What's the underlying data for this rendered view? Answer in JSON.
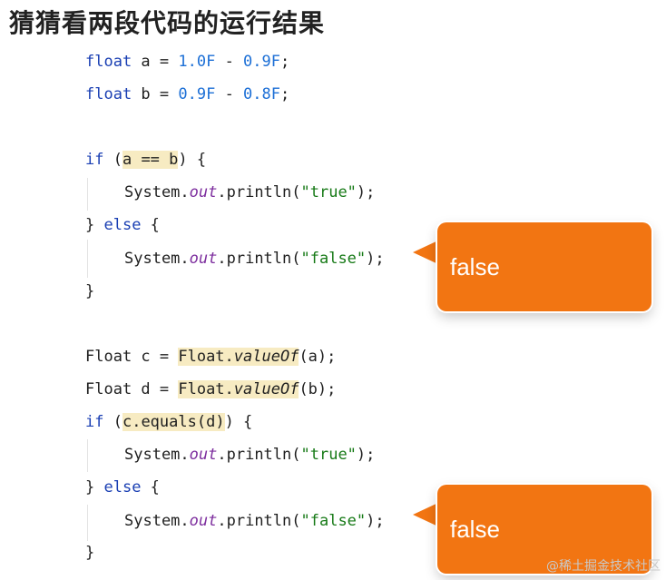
{
  "title": "猜猜看两段代码的运行结果",
  "code": {
    "l1": {
      "kw": "float",
      "rest1": " a = ",
      "n1": "1.0F",
      "op": " - ",
      "n2": "0.9F",
      "end": ";"
    },
    "l2": {
      "kw": "float",
      "rest1": " b = ",
      "n1": "0.9F",
      "op": " - ",
      "n2": "0.8F",
      "end": ";"
    },
    "l3": {
      "kw": "if",
      "open": " (",
      "cond": "a == b",
      "close": ") {"
    },
    "l4": {
      "sys": "System.",
      "out": "out",
      "call": ".println(",
      "str": "\"true\"",
      "end": ");"
    },
    "l5": {
      "brace": "} ",
      "kw": "else",
      "rest": " {"
    },
    "l6": {
      "sys": "System.",
      "out": "out",
      "call": ".println(",
      "str": "\"false\"",
      "end": ");"
    },
    "l7": {
      "brace": "}"
    },
    "l8": {
      "pre": "Float c = ",
      "cls": "Float.",
      "method": "valueOf",
      "args": "(a)",
      "end": ";"
    },
    "l9": {
      "pre": "Float d = ",
      "cls": "Float.",
      "method": "valueOf",
      "args": "(b)",
      "end": ";"
    },
    "l10": {
      "kw": "if",
      "open": " (",
      "cond": "c.equals(d)",
      "close": ") {"
    },
    "l11": {
      "sys": "System.",
      "out": "out",
      "call": ".println(",
      "str": "\"true\"",
      "end": ");"
    },
    "l12": {
      "brace": "} ",
      "kw": "else",
      "rest": " {"
    },
    "l13": {
      "sys": "System.",
      "out": "out",
      "call": ".println(",
      "str": "\"false\"",
      "end": ");"
    },
    "l14": {
      "brace": "}"
    }
  },
  "bubbles": {
    "first": "false",
    "second": "false"
  },
  "watermark": "@稀土掘金技术社区",
  "colors": {
    "bubble": "#f27512",
    "keyword": "#1a3fb3",
    "number": "#1c6fd6",
    "string": "#177a17",
    "field": "#7d2e9e",
    "highlight": "#f7ebc2"
  }
}
